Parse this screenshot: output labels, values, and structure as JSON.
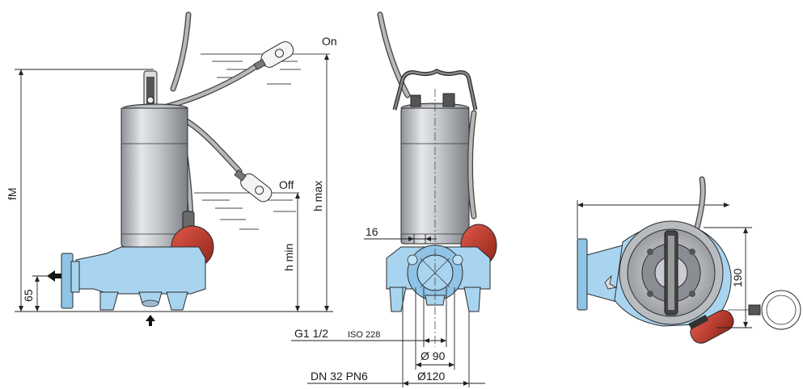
{
  "labels": {
    "on": "On",
    "off": "Off",
    "fm": "fM",
    "h_max": "h max",
    "h_min": "h min",
    "dim_65": "65",
    "dim_16": "16",
    "thread_main": "G1 1/2",
    "thread_std": "ISO 228",
    "dia_90": "Ø 90",
    "flange": "DN 32 PN6",
    "dia_120": "Ø120",
    "dim_190": "190"
  },
  "colors": {
    "pump_body_blue": "#a9d4ef",
    "float_red": "#c0392b",
    "motor_steel": "#b9bcc0",
    "outline": "#2a2a2a"
  },
  "icons": [
    "discharge-arrow-icon",
    "inlet-arrow-icon"
  ]
}
